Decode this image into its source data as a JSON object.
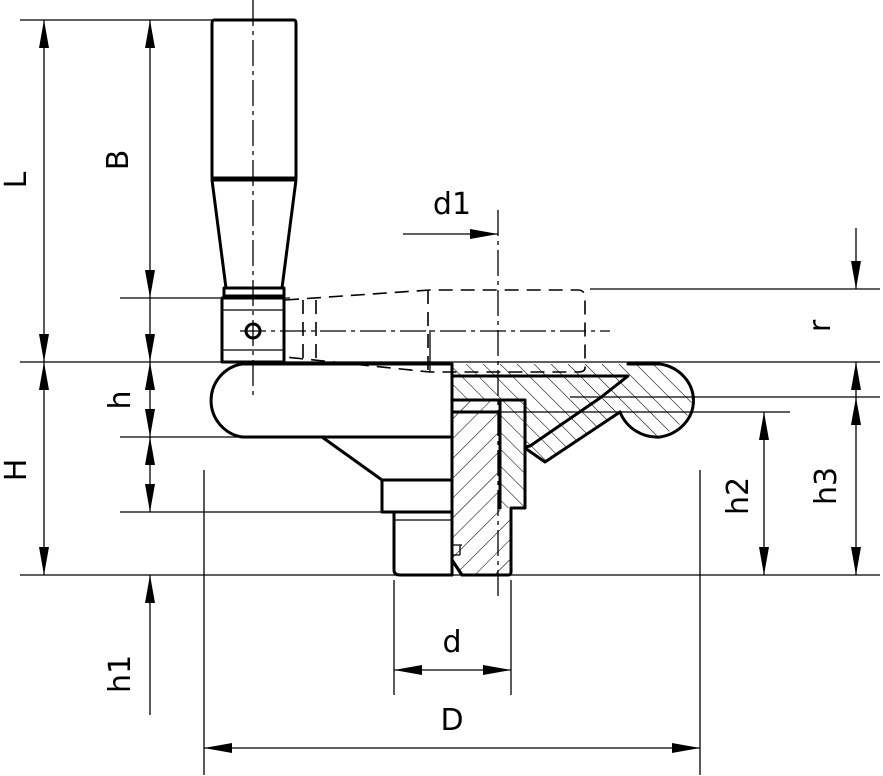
{
  "drawing": {
    "labels": {
      "L": "L",
      "B": "B",
      "d1": "d1",
      "r": "r",
      "h": "h",
      "H": "H",
      "h2": "h2",
      "h3": "h3",
      "d": "d",
      "h1": "h1",
      "D": "D"
    }
  }
}
